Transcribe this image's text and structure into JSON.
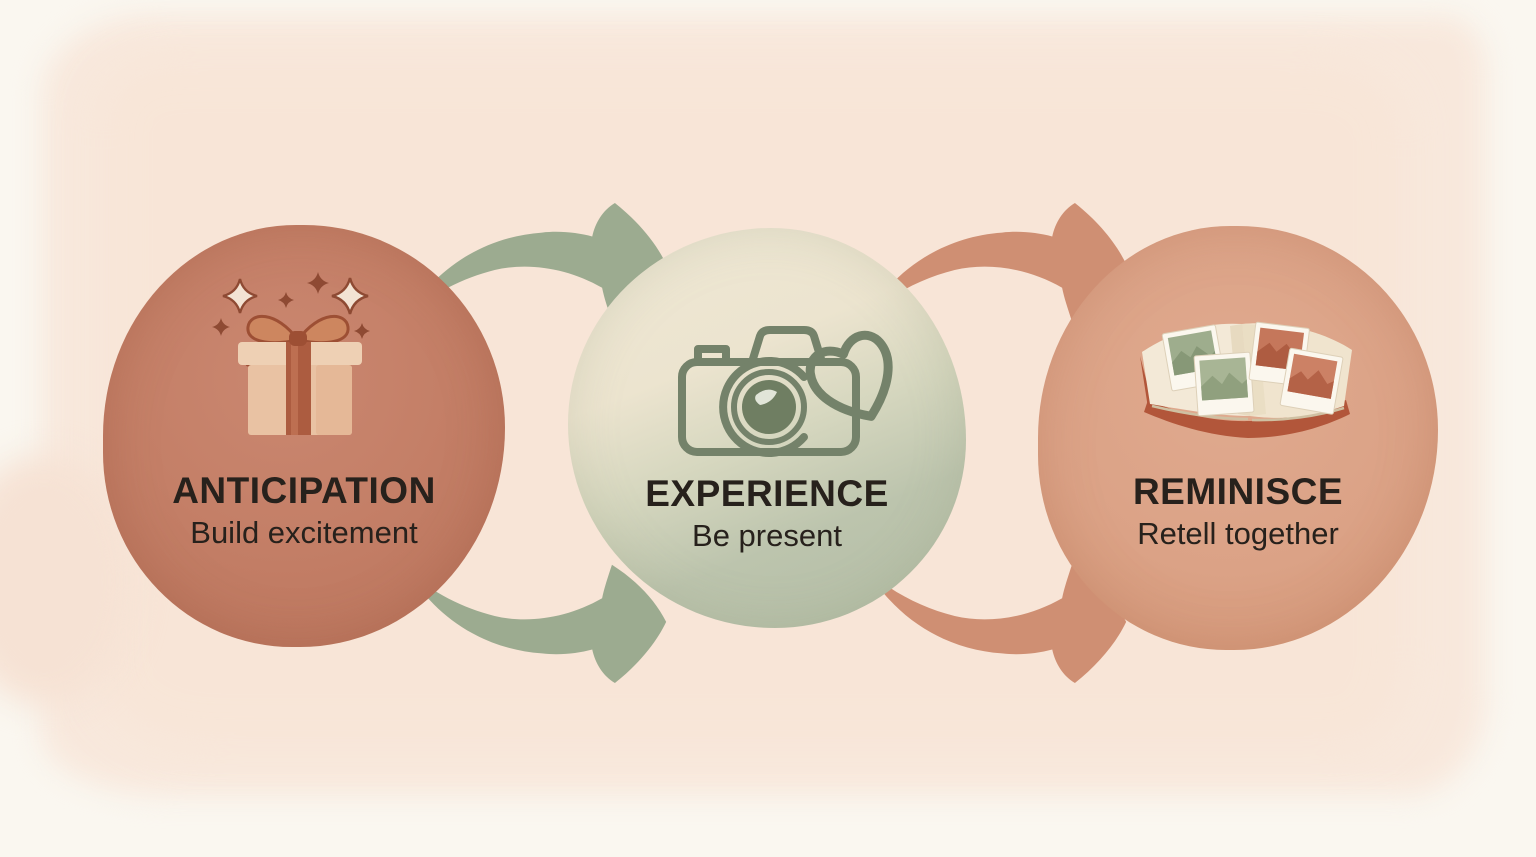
{
  "diagram": {
    "stages": [
      {
        "label": "ANTICIPATION",
        "sublabel": "Build excitement",
        "icon": "gift-sparkles-icon",
        "circle_color": "#c3806a"
      },
      {
        "label": "EXPERIENCE",
        "sublabel": "Be present",
        "icon": "camera-heart-icon",
        "circle_color_top": "#efe8d5",
        "circle_color_bottom": "#b5bea7"
      },
      {
        "label": "REMINISCE",
        "sublabel": "Retell together",
        "icon": "photo-album-icon",
        "circle_color": "#daa186"
      }
    ],
    "arrows": [
      {
        "from": "ANTICIPATION",
        "to": "EXPERIENCE",
        "position": "top",
        "color": "#9cab90"
      },
      {
        "from": "ANTICIPATION",
        "to": "EXPERIENCE",
        "position": "bottom",
        "color": "#9cab90"
      },
      {
        "from": "EXPERIENCE",
        "to": "REMINISCE",
        "position": "top",
        "color": "#cf8f73"
      },
      {
        "from": "EXPERIENCE",
        "to": "REMINISCE",
        "position": "bottom",
        "color": "#cf8f73"
      }
    ],
    "background": {
      "paper": "#faf7f0",
      "wash": "#f8e8dc"
    },
    "text_color": "#27211c"
  }
}
